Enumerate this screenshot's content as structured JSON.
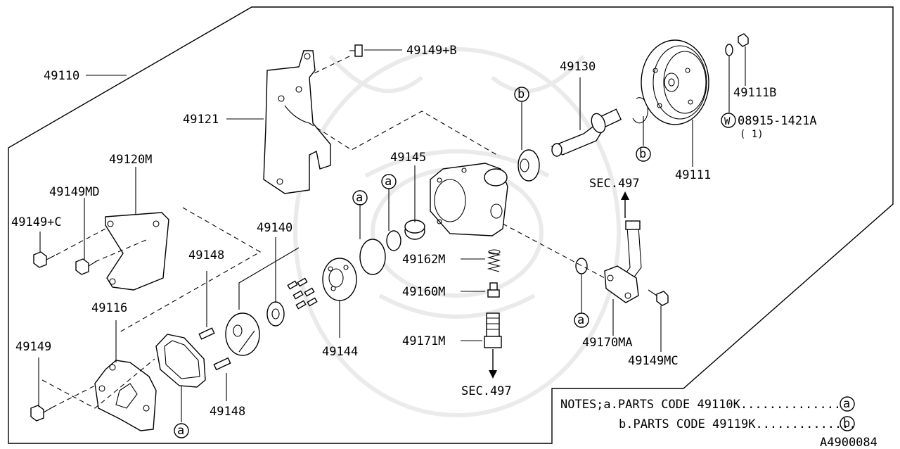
{
  "labels": {
    "assembly": "49110",
    "bracket": "49121",
    "bolt_b": "49149+B",
    "stay": "49120M",
    "bolt_md": "49149MD",
    "bolt_c": "49149+C",
    "cover": "49116",
    "bolt": "49149",
    "pin_upper": "49148",
    "pin_lower": "49148",
    "rotor": "49140",
    "cam_ring": "49144",
    "connector": "49145",
    "spring": "49162M",
    "valve": "49160M",
    "union": "49171M",
    "shaft": "49130",
    "pulley": "49111",
    "nut": "49111B",
    "washer_part": "08915-1421A",
    "washer_qty": "( 1)",
    "washer_mark": "W",
    "pipe": "49170MA",
    "bolt_mc": "49149MC",
    "sec_upper": "SEC.497",
    "sec_lower": "SEC.497",
    "ref_a": "a",
    "ref_b": "b"
  },
  "notes": {
    "line1": "NOTES;a.PARTS CODE 49110K..............",
    "line2": "b.PARTS CODE 49119K..............",
    "mark_a": "a",
    "mark_b": "b"
  },
  "figure_id": "A4900084"
}
